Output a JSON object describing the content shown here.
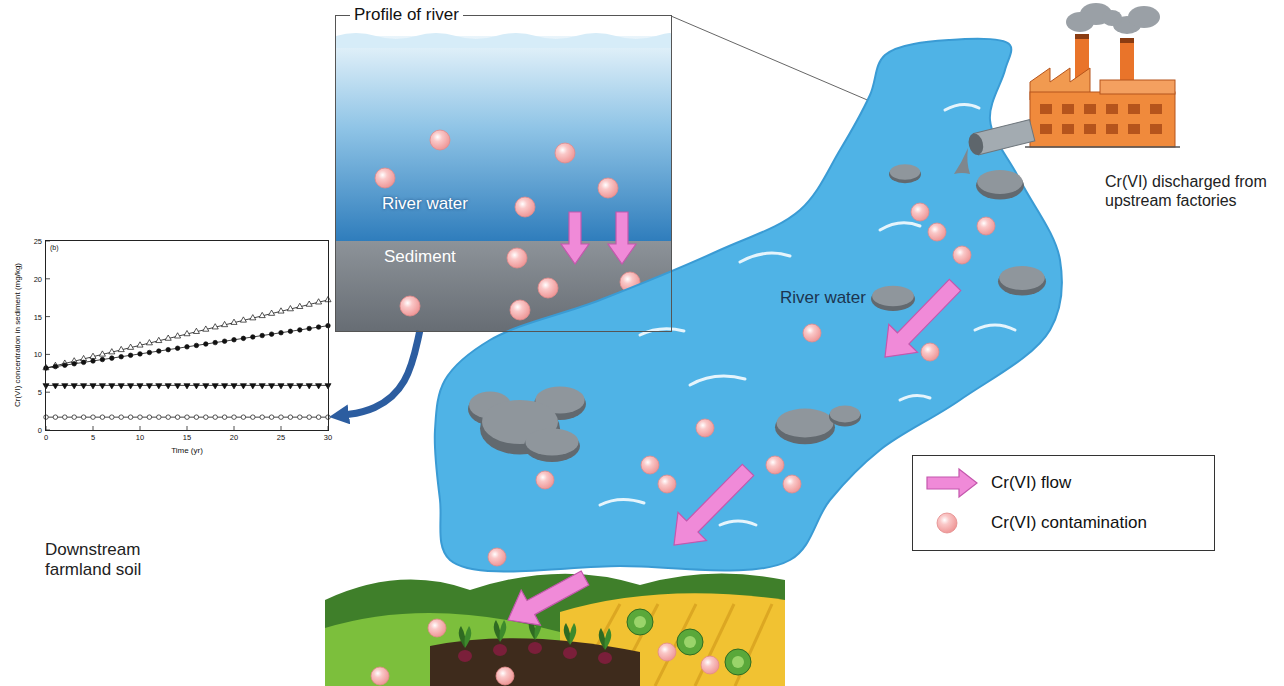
{
  "diagram": {
    "nodes": [
      {
        "text": [
          "Profile of river"
        ]
      },
      {
        "text": [
          "River water"
        ],
        "in": 0
      },
      {
        "text": [
          "Sediment"
        ],
        "in": 0
      },
      {
        "text": [
          "(b)"
        ]
      }
    ],
    "edges": [
      {
        "from": 2,
        "to": 3,
        "arrow": "to"
      }
    ],
    "labels": [
      "Cr(VI) discharged from upstream factories",
      "River water",
      "Downstream farmland soil",
      "Cr(VI) concentration in sediment (mg/kg)",
      "Time (yr)",
      "0",
      "5",
      "10",
      "15",
      "20",
      "25",
      "0",
      "5",
      "10",
      "15",
      "20",
      "25",
      "30"
    ],
    "legend": [
      {
        "text": "Cr(VI) flow"
      },
      {
        "text": "Cr(VI) contamination"
      }
    ]
  }
}
